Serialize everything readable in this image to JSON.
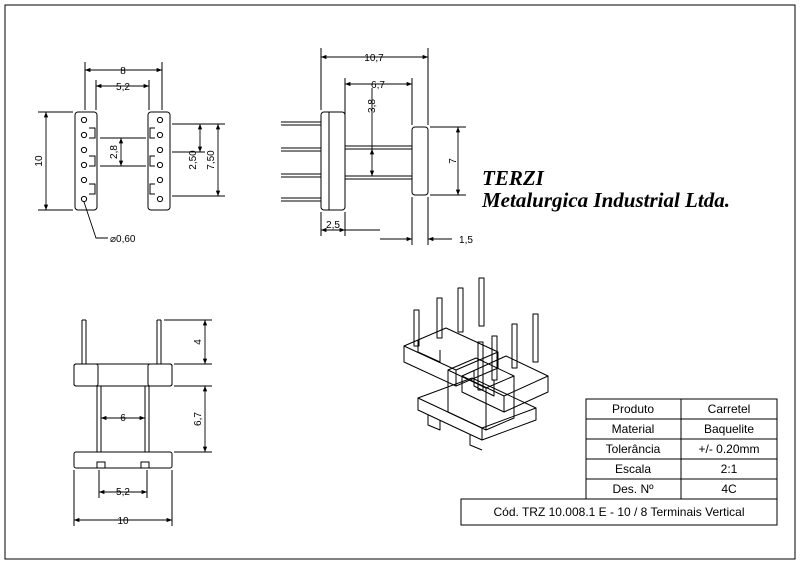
{
  "company": {
    "name": "TERZI",
    "subtitle": "Metalurgica Industrial Ltda."
  },
  "dimensions": {
    "top_width": "8",
    "top_pin_span": "5,2",
    "top_height": "10",
    "pitch_28": "2,8",
    "pitch_250": "2,50",
    "span_750": "7,50",
    "pin_diameter": "⌀0,60",
    "side_width": "10,7",
    "side_67": "6,7",
    "side_38": "3,8",
    "side_7": "7",
    "side_25": "2,5",
    "side_15": "1,5",
    "front_4": "4",
    "front_67": "6,7",
    "front_6": "6",
    "front_52": "5,2",
    "front_10": "10"
  },
  "title_block": {
    "rows": [
      {
        "label": "Produto",
        "value": "Carretel"
      },
      {
        "label": "Material",
        "value": "Baquelite"
      },
      {
        "label": "Tolerância",
        "value": "+/- 0.20mm"
      },
      {
        "label": "Escala",
        "value": "2:1"
      },
      {
        "label": "Des. Nº",
        "value": "4C"
      }
    ],
    "code": "Cód. TRZ 10.008.1 E - 10 / 8 Terminais Vertical"
  }
}
